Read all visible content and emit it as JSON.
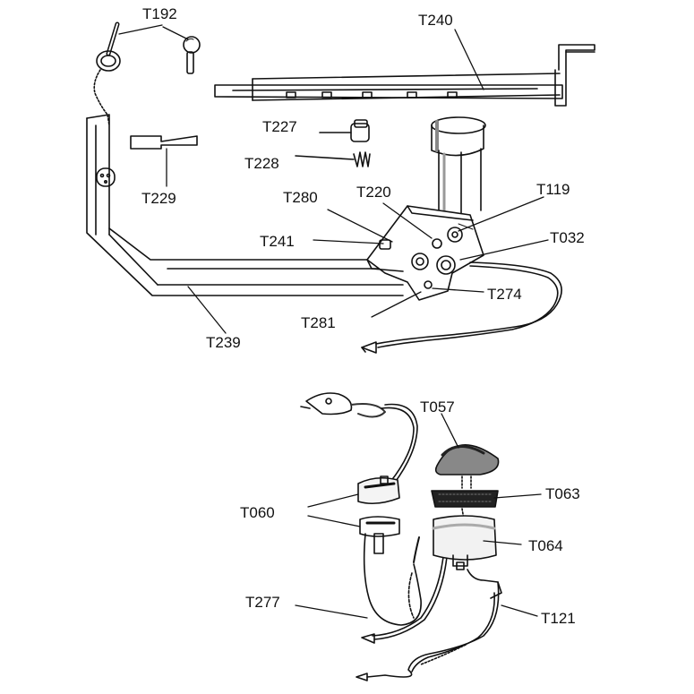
{
  "parts": {
    "t192": "T192",
    "t240": "T240",
    "t227": "T227",
    "t228": "T228",
    "t229": "T229",
    "t280": "T280",
    "t220": "T220",
    "t119": "T119",
    "t241": "T241",
    "t032": "T032",
    "t274": "T274",
    "t281": "T281",
    "t239": "T239",
    "t057": "T057",
    "t063": "T063",
    "t060": "T060",
    "t064": "T064",
    "t277": "T277",
    "t121": "T121"
  },
  "colors": {
    "ink": "#111111",
    "paper": "#ffffff",
    "shade": "#cfcfcf",
    "dark": "#555555"
  }
}
